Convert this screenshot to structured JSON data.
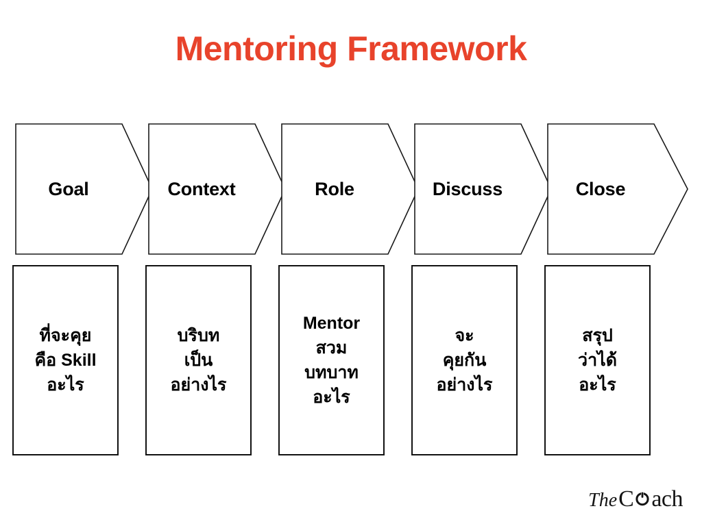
{
  "slide": {
    "title": "Mentoring Framework",
    "title_color": "#e8432b",
    "background_color": "#ffffff",
    "text_color": "#000000"
  },
  "stages": [
    {
      "id": "goal",
      "label": "Goal",
      "description_lines": [
        "ที่จะคุย",
        "คือ Skill",
        "อะไร"
      ]
    },
    {
      "id": "context",
      "label": "Context",
      "description_lines": [
        "บริบท",
        "เป็น",
        "อย่างไร"
      ]
    },
    {
      "id": "role",
      "label": "Role",
      "description_lines": [
        "Mentor",
        "สวม",
        "บทบาท",
        "อะไร"
      ]
    },
    {
      "id": "discuss",
      "label": "Discuss",
      "description_lines": [
        "จะ",
        "คุยกัน",
        "อย่างไร"
      ]
    },
    {
      "id": "close",
      "label": "Close",
      "description_lines": [
        "สรุป",
        "ว่าได้",
        "อะไร"
      ]
    }
  ],
  "logo": {
    "word_the": "The",
    "word_coach_before": "C",
    "word_coach_after": "ach",
    "mark": "power-symbol-icon",
    "full_text": "The Coach"
  }
}
